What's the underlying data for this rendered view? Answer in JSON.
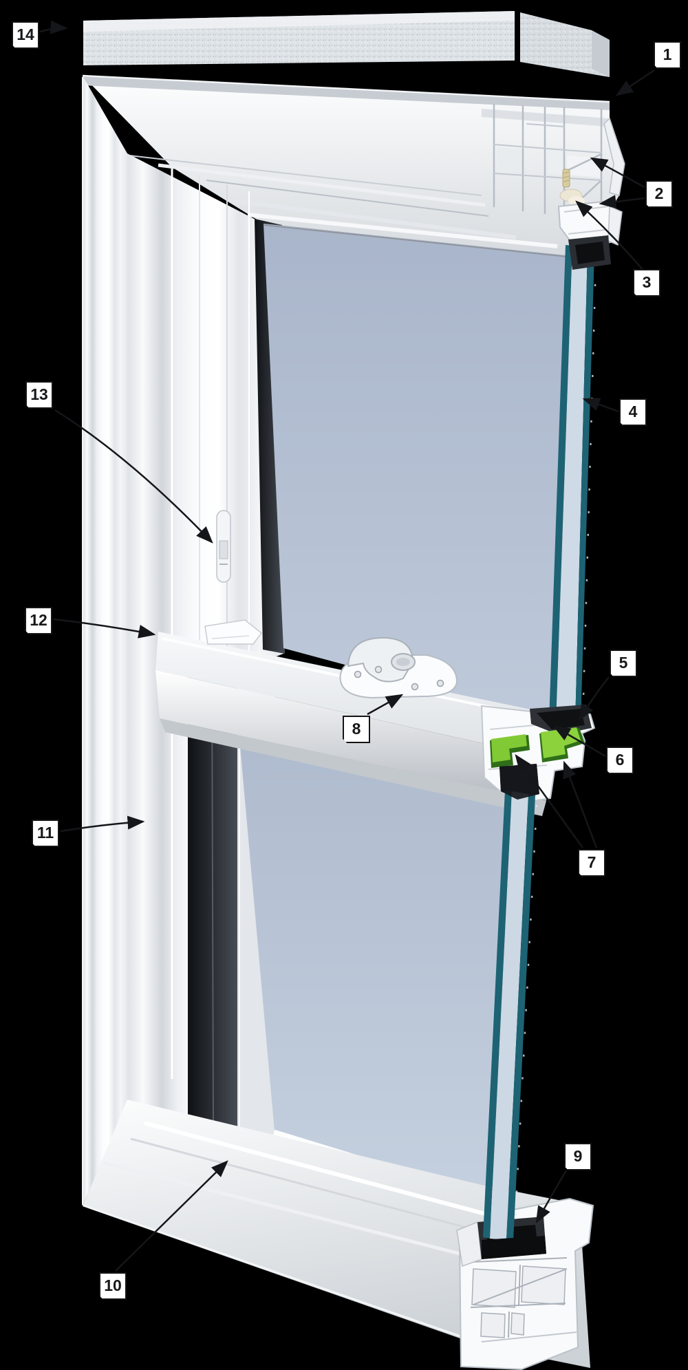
{
  "diagram": {
    "callouts": [
      {
        "label": "1"
      },
      {
        "label": "2"
      },
      {
        "label": "3"
      },
      {
        "label": "4"
      },
      {
        "label": "5"
      },
      {
        "label": "6"
      },
      {
        "label": "7"
      },
      {
        "label": "8"
      },
      {
        "label": "9"
      },
      {
        "label": "10"
      },
      {
        "label": "11"
      },
      {
        "label": "12"
      },
      {
        "label": "13"
      },
      {
        "label": "14"
      }
    ],
    "colors": {
      "background": "#000000",
      "frame_white": "#f7f8f9",
      "frame_shadow": "#aab1b9",
      "glass_blue": "#b3bfd2",
      "glass_between_panes": "#cfdbe7",
      "glass_edge_teal": "#1d6374",
      "seal_green": "#82ca35",
      "seal_green_dark": "#2e6e18",
      "gasket_dark": "#17191d",
      "foam_gray": "#dde2e6",
      "screw_beige": "#d8cc9f",
      "callout_bg": "#ffffff",
      "callout_border": "#141414",
      "callout_text": "#17181a",
      "leader_line": "#15161a"
    }
  }
}
